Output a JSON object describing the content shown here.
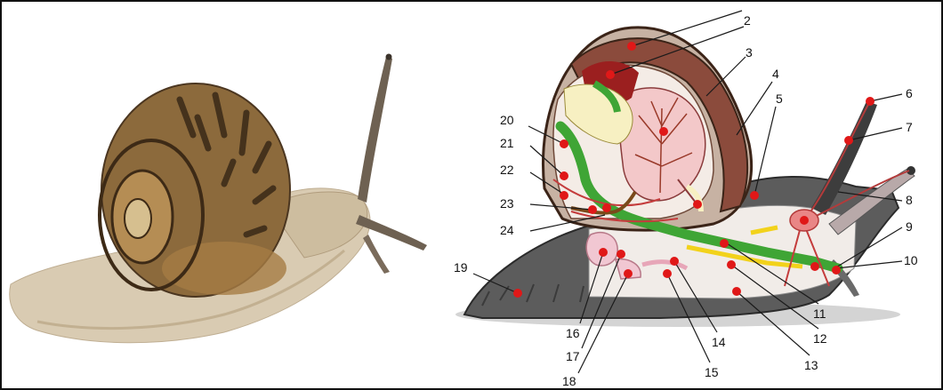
{
  "labels": [
    {
      "id": "label-2",
      "text": "2"
    },
    {
      "id": "label-3",
      "text": "3"
    },
    {
      "id": "label-4",
      "text": "4"
    },
    {
      "id": "label-5",
      "text": "5"
    },
    {
      "id": "label-6",
      "text": "6"
    },
    {
      "id": "label-7",
      "text": "7"
    },
    {
      "id": "label-8",
      "text": "8"
    },
    {
      "id": "label-9",
      "text": "9"
    },
    {
      "id": "label-10",
      "text": "10"
    },
    {
      "id": "label-11",
      "text": "11"
    },
    {
      "id": "label-12",
      "text": "12"
    },
    {
      "id": "label-13",
      "text": "13"
    },
    {
      "id": "label-14",
      "text": "14"
    },
    {
      "id": "label-15",
      "text": "15"
    },
    {
      "id": "label-16",
      "text": "16"
    },
    {
      "id": "label-17",
      "text": "17"
    },
    {
      "id": "label-18",
      "text": "18"
    },
    {
      "id": "label-19",
      "text": "19"
    },
    {
      "id": "label-20",
      "text": "20"
    },
    {
      "id": "label-21",
      "text": "21"
    },
    {
      "id": "label-22",
      "text": "22"
    },
    {
      "id": "label-23",
      "text": "23"
    },
    {
      "id": "label-24",
      "text": "24"
    }
  ],
  "colors": {
    "border": "#111111",
    "marker": "#e01818",
    "body_grey": "#555555",
    "shell_brown": "#8a5a44",
    "gland_green": "#3fa535",
    "duct_yellow": "#f2d21b",
    "foot_pale": "#e8e0d2"
  }
}
